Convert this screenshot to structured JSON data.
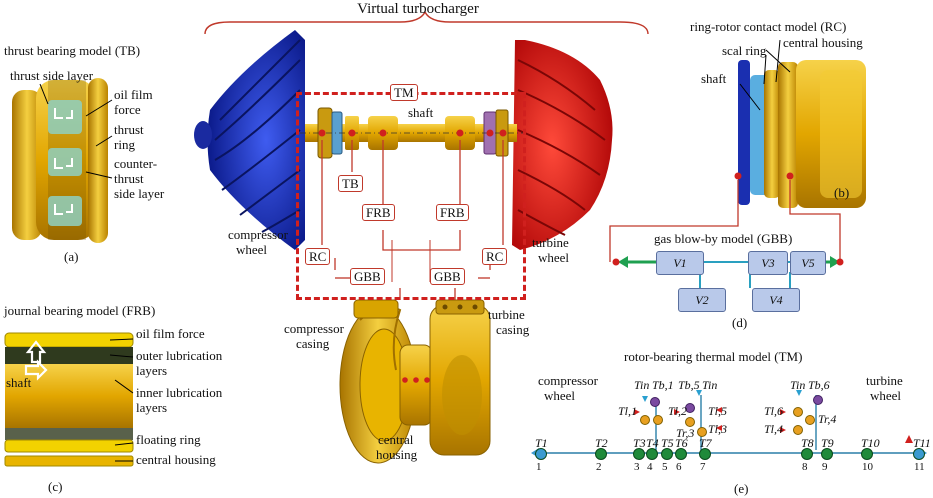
{
  "header": {
    "title": "Virtual turbocharger"
  },
  "panel_a": {
    "title": "thrust bearing model (TB)",
    "labels": [
      "thrust side layer",
      "oil film",
      "force",
      "thrust",
      "ring",
      "counter-",
      "thrust",
      "side layer"
    ],
    "caption": "(a)"
  },
  "center": {
    "compressor_wheel": [
      "compressor",
      "wheel"
    ],
    "turbine_wheel": [
      "turbine",
      "wheel"
    ],
    "tm": "TM",
    "shaft": "shaft",
    "tb": "TB",
    "frb": "FRB",
    "rc": "RC",
    "gbb": "GBB",
    "compressor_casing": [
      "compressor",
      "casing"
    ],
    "turbine_casing": [
      "turbine",
      "casing"
    ],
    "central_housing": [
      "central",
      "housing"
    ]
  },
  "panel_b": {
    "title": "ring-rotor contact model (RC)",
    "labels": [
      "scal ring",
      "central housing",
      "shaft"
    ],
    "caption": "(b)"
  },
  "panel_c": {
    "title": "journal bearing model (FRB)",
    "labels": [
      "oil film force",
      "outer lubrication",
      "layers",
      "shaft",
      "inner lubrication",
      "layers",
      "floating ring",
      "central housing"
    ],
    "caption": "(c)"
  },
  "panel_d": {
    "title": "gas blow-by model (GBB)",
    "volumes": [
      "V1",
      "V3",
      "V5",
      "V2",
      "V4"
    ],
    "caption": "(d)"
  },
  "panel_e": {
    "title": "rotor-bearing thermal model (TM)",
    "left_label": [
      "compressor",
      "wheel"
    ],
    "right_label": [
      "turbine",
      "wheel"
    ],
    "t_labels": [
      "T1",
      "T2",
      "T3",
      "T4",
      "T5",
      "T6",
      "T7",
      "T8",
      "T9",
      "T10",
      "T11"
    ],
    "node_numbers": [
      "1",
      "2",
      "3",
      "4",
      "5",
      "6",
      "7",
      "8",
      "9",
      "10",
      "11"
    ],
    "aux_labels": [
      "Tin",
      "Tb,1",
      "Tl,1",
      "Tl,2",
      "Tr,3",
      "Tb,5",
      "Tin",
      "Tl,5",
      "Tl,3",
      "Tin",
      "Tb,6",
      "Tl,6",
      "Tr,4",
      "Tl,4"
    ],
    "caption": "(e)"
  },
  "colors": {
    "accent_red": "#d0201e",
    "compressor_blue": "#1530c8",
    "turbine_red": "#e01818",
    "gold": "#e8b400",
    "node_green": "#1f8a3a",
    "volume_blue": "#b9c9ea"
  }
}
